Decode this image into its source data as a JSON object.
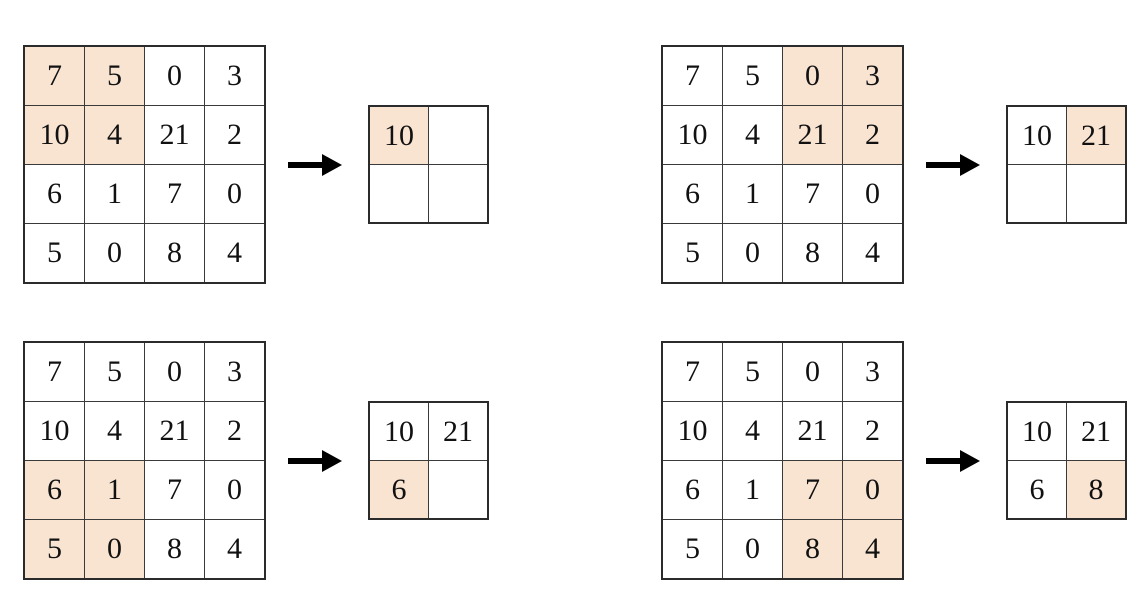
{
  "figure": {
    "kind": "max-pooling-illustration",
    "highlight_color": "#f9e4d2",
    "border_color": "#3a3a3a",
    "arrow_color": "#000000",
    "background": "#ffffff"
  },
  "input_matrix": {
    "rows": 4,
    "cols": 4,
    "values": [
      [
        7,
        5,
        0,
        3
      ],
      [
        10,
        4,
        21,
        2
      ],
      [
        6,
        1,
        7,
        0
      ],
      [
        5,
        0,
        8,
        4
      ]
    ]
  },
  "panels": [
    {
      "id": "panel-tl",
      "name": "step-1-top-left-window",
      "window": {
        "row_start": 0,
        "col_start": 0,
        "rows": 2,
        "cols": 2
      },
      "input": {
        "values": [
          [
            "7",
            "5",
            "0",
            "3"
          ],
          [
            "10",
            "4",
            "21",
            "2"
          ],
          [
            "6",
            "1",
            "7",
            "0"
          ],
          [
            "5",
            "0",
            "8",
            "4"
          ]
        ],
        "highlight": [
          [
            true,
            true,
            false,
            false
          ],
          [
            true,
            true,
            false,
            false
          ],
          [
            false,
            false,
            false,
            false
          ],
          [
            false,
            false,
            false,
            false
          ]
        ]
      },
      "arrow": {
        "icon": "right-arrow-icon"
      },
      "output": {
        "values": [
          [
            "10",
            ""
          ],
          [
            "",
            ""
          ]
        ],
        "highlight": [
          [
            true,
            false
          ],
          [
            false,
            false
          ]
        ]
      }
    },
    {
      "id": "panel-tr",
      "name": "step-2-top-right-window",
      "window": {
        "row_start": 0,
        "col_start": 2,
        "rows": 2,
        "cols": 2
      },
      "input": {
        "values": [
          [
            "7",
            "5",
            "0",
            "3"
          ],
          [
            "10",
            "4",
            "21",
            "2"
          ],
          [
            "6",
            "1",
            "7",
            "0"
          ],
          [
            "5",
            "0",
            "8",
            "4"
          ]
        ],
        "highlight": [
          [
            false,
            false,
            true,
            true
          ],
          [
            false,
            false,
            true,
            true
          ],
          [
            false,
            false,
            false,
            false
          ],
          [
            false,
            false,
            false,
            false
          ]
        ]
      },
      "arrow": {
        "icon": "right-arrow-icon"
      },
      "output": {
        "values": [
          [
            "10",
            "21"
          ],
          [
            "",
            ""
          ]
        ],
        "highlight": [
          [
            false,
            true
          ],
          [
            false,
            false
          ]
        ]
      }
    },
    {
      "id": "panel-bl",
      "name": "step-3-bottom-left-window",
      "window": {
        "row_start": 2,
        "col_start": 0,
        "rows": 2,
        "cols": 2
      },
      "input": {
        "values": [
          [
            "7",
            "5",
            "0",
            "3"
          ],
          [
            "10",
            "4",
            "21",
            "2"
          ],
          [
            "6",
            "1",
            "7",
            "0"
          ],
          [
            "5",
            "0",
            "8",
            "4"
          ]
        ],
        "highlight": [
          [
            false,
            false,
            false,
            false
          ],
          [
            false,
            false,
            false,
            false
          ],
          [
            true,
            true,
            false,
            false
          ],
          [
            true,
            true,
            false,
            false
          ]
        ]
      },
      "arrow": {
        "icon": "right-arrow-icon"
      },
      "output": {
        "values": [
          [
            "10",
            "21"
          ],
          [
            "6",
            ""
          ]
        ],
        "highlight": [
          [
            false,
            false
          ],
          [
            true,
            false
          ]
        ]
      }
    },
    {
      "id": "panel-br",
      "name": "step-4-bottom-right-window",
      "window": {
        "row_start": 2,
        "col_start": 2,
        "rows": 2,
        "cols": 2
      },
      "input": {
        "values": [
          [
            "7",
            "5",
            "0",
            "3"
          ],
          [
            "10",
            "4",
            "21",
            "2"
          ],
          [
            "6",
            "1",
            "7",
            "0"
          ],
          [
            "5",
            "0",
            "8",
            "4"
          ]
        ],
        "highlight": [
          [
            false,
            false,
            false,
            false
          ],
          [
            false,
            false,
            false,
            false
          ],
          [
            false,
            false,
            true,
            true
          ],
          [
            false,
            false,
            true,
            true
          ]
        ]
      },
      "arrow": {
        "icon": "right-arrow-icon"
      },
      "output": {
        "values": [
          [
            "10",
            "21"
          ],
          [
            "6",
            "8"
          ]
        ],
        "highlight": [
          [
            false,
            false
          ],
          [
            false,
            true
          ]
        ]
      }
    }
  ]
}
